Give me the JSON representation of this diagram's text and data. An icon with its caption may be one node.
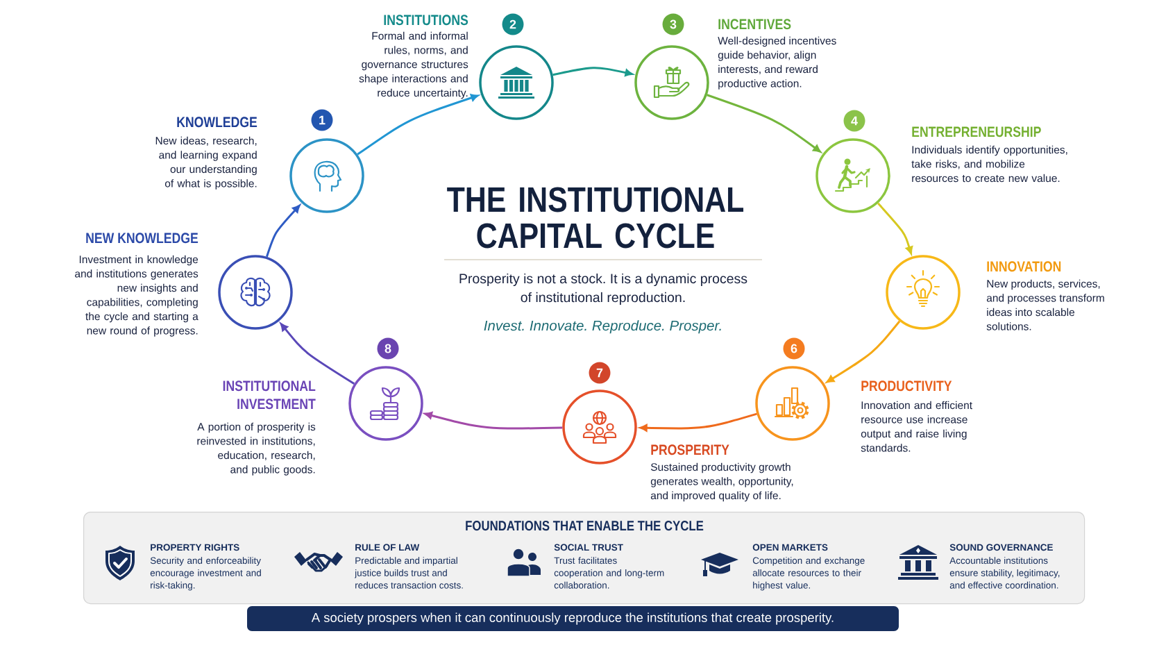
{
  "diagram": {
    "title": "THE INSTITUTIONAL CAPITAL CYCLE",
    "nodes": [
      {
        "text": [
          "KNOWLEDGE",
          "New ideas, research, and learning expand our understanding of what is possible."
        ],
        "beside": [
          "1"
        ]
      },
      {
        "text": [
          "INSTITUTIONS",
          "Formal and informal rules, norms, and governance structures shape interactions and reduce uncertainty."
        ],
        "beside": [
          "2"
        ]
      },
      {
        "text": [
          "INCENTIVES",
          "Well-designed incentives guide behavior, align interests, and reward productive action."
        ],
        "beside": [
          "3"
        ]
      },
      {
        "text": [
          "ENTREPRENEURSHIP",
          "Individuals identify opportunities, take risks, and mobilize resources to create new value."
        ],
        "beside": [
          "4"
        ]
      },
      {
        "text": [
          "INNOVATION",
          "New products, services, and processes transform ideas into scalable solutions."
        ]
      },
      {
        "text": [
          "PRODUCTIVITY",
          "Innovation and efficient resource use increase output and raise living standards."
        ],
        "beside": [
          "6"
        ]
      },
      {
        "text": [
          "PROSPERITY",
          "Sustained productivity growth generates wealth, opportunity, and improved quality of life."
        ],
        "beside": [
          "7"
        ]
      },
      {
        "text": [
          "INSTITUTIONAL INVESTMENT",
          "A portion of prosperity is reinvested in institutions, education, research, and public goods."
        ],
        "beside": [
          "8"
        ]
      },
      {
        "text": [
          "NEW KNOWLEDGE",
          "Investment in knowledge and institutions generates new insights and capabilities, completing the cycle and starting a new round of progress."
        ]
      },
      {
        "text": [
          "FOUNDATIONS THAT ENABLE THE CYCLE"
        ]
      },
      {
        "text": [
          "A society prospers when it can continuously reproduce the institutions that create prosperity."
        ]
      }
    ],
    "edges": [
      {
        "from": 0,
        "to": 1,
        "arrow": "to",
        "color": "#2196d3"
      },
      {
        "from": 1,
        "to": 2,
        "arrow": "to",
        "color": "#1b9a8c"
      },
      {
        "from": 2,
        "to": 3,
        "arrow": "to",
        "color": "#74b63c"
      },
      {
        "from": 3,
        "to": 4,
        "arrow": "to",
        "color": "#d6c820"
      },
      {
        "from": 4,
        "to": 5,
        "arrow": "to",
        "color": "#f5a814"
      },
      {
        "from": 5,
        "to": 6,
        "arrow": "to",
        "color": "#ef6a1c"
      },
      {
        "from": 6,
        "to": 7,
        "arrow": "to",
        "color": "#a24aa8"
      },
      {
        "from": 7,
        "to": 8,
        "arrow": "to",
        "color": "#5a48b8"
      },
      {
        "from": 8,
        "to": 0,
        "arrow": "to",
        "color": "#2f5cc4"
      }
    ],
    "labels": [
      "Prosperity is not a stock. It is a dynamic process of institutional reproduction.",
      "Invest. Innovate. Reproduce. Prosper.",
      "PROPERTY RIGHTS",
      "Security and enforceability encourage investment and risk-taking.",
      "RULE OF LAW",
      "Predictable and impartial justice builds trust and reduces transaction costs.",
      "SOCIAL TRUST",
      "Trust facilitates cooperation and long-term collaboration.",
      "OPEN MARKETS",
      "Competition and exchange allocate resources to their highest value.",
      "SOUND GOVERNANCE",
      "Accountable institutions ensure stability, legitimacy, and effective coordination."
    ]
  }
}
